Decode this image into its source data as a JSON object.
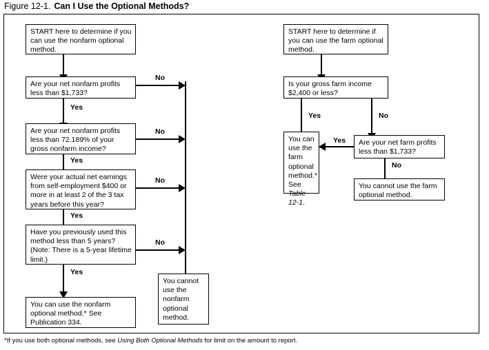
{
  "figure": {
    "number_prefix": "Figure 12-1.",
    "title": "Can I Use the Optional Methods?",
    "footnote_prefix": "*If you use both optional methods, see ",
    "footnote_italic": "Using Both Optional Methods",
    "footnote_suffix": " for limit on the amount to report."
  },
  "colors": {
    "line": "#000000",
    "box_fill": "#ffffff",
    "text": "#000000"
  },
  "nonfarm_branch": {
    "start": "START here to determine if you can use the nonfarm optional method.",
    "q1": "Are your net nonfarm profits less than $1,733?",
    "q2": "Are your net nonfarm profits less than 72.189% of your gross nonfarm income?",
    "q3": "Were your actual net earnings from self-employment $400 or more in at least 2 of the 3 tax years before this year?",
    "q4": "Have you previously used this method less than 5 years? (Note: There is a 5-year lifetime limit.)",
    "yes_result": "You can use the nonfarm optional method.* See Publication 334.",
    "no_result": "You cannot use the nonfarm optional method.",
    "labels": {
      "yes1": "Yes",
      "yes2": "Yes",
      "yes3": "Yes",
      "yes4": "Yes",
      "no1": "No",
      "no2": "No",
      "no3": "No",
      "no4": "No"
    }
  },
  "farm_branch": {
    "start": "START here to determine if you can use the farm optional method.",
    "q1": "Is your gross farm income $2,400 or less?",
    "q2": "Are your net farm profits less than $1,733?",
    "yes_result_prefix": "You can use the farm optional method.* See ",
    "yes_result_italic": "Table 12-1",
    "yes_result_suffix": ".",
    "no_result": "You cannot use the farm optional method.",
    "labels": {
      "yes1": "Yes",
      "no1": "No",
      "yes2": "Yes",
      "no2": "No"
    }
  }
}
